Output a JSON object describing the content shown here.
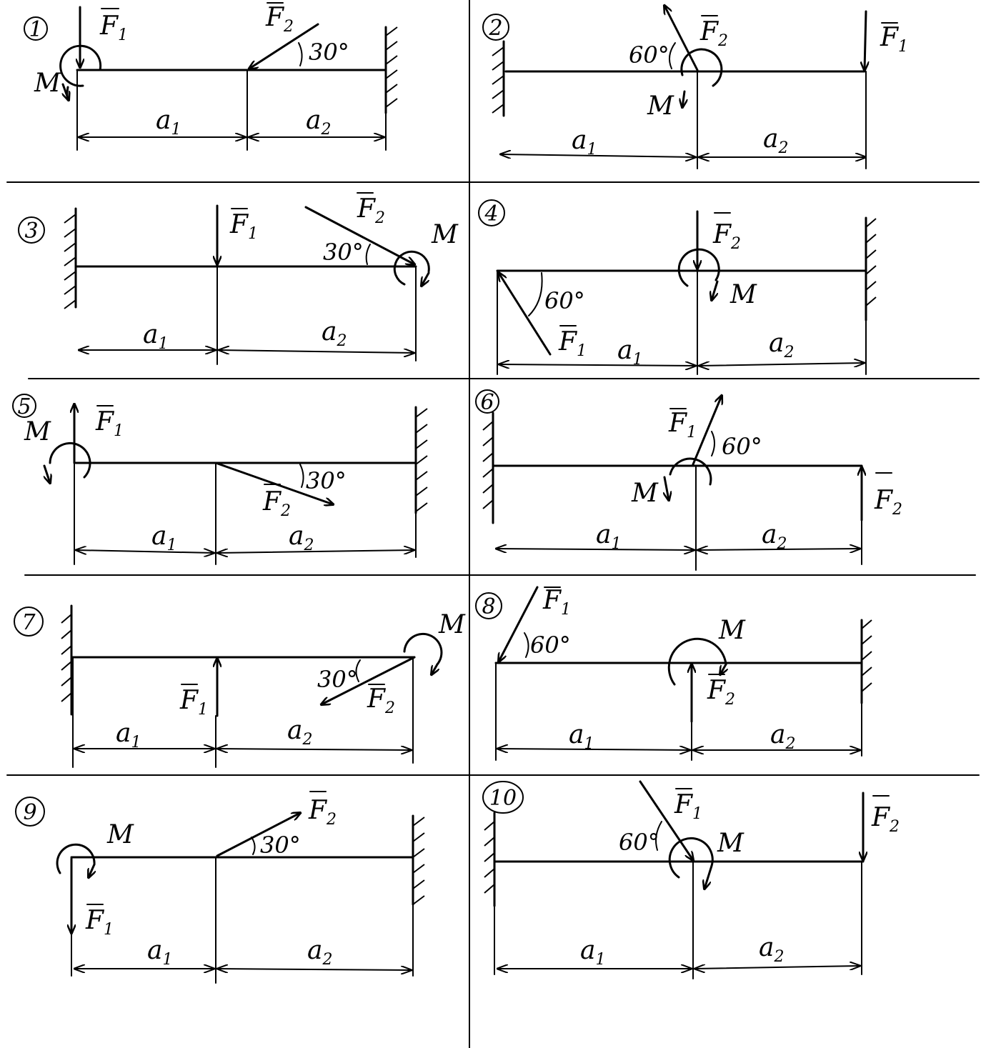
{
  "labels": {
    "moment": "M",
    "span_1": "a",
    "span_2": "a",
    "force_1": "F",
    "force_2": "F",
    "sub_1": "1",
    "sub_2": "2"
  },
  "panels": [
    {
      "number": "1",
      "angle": "30°"
    },
    {
      "number": "2",
      "angle": "60°"
    },
    {
      "number": "3",
      "angle": "30°"
    },
    {
      "number": "4",
      "angle": "60°"
    },
    {
      "number": "5",
      "angle": "30°"
    },
    {
      "number": "6",
      "angle": "60°"
    },
    {
      "number": "7",
      "angle": "30°"
    },
    {
      "number": "8",
      "angle": "60°"
    },
    {
      "number": "9",
      "angle": "30°"
    },
    {
      "number": "10",
      "angle": "60°"
    }
  ]
}
